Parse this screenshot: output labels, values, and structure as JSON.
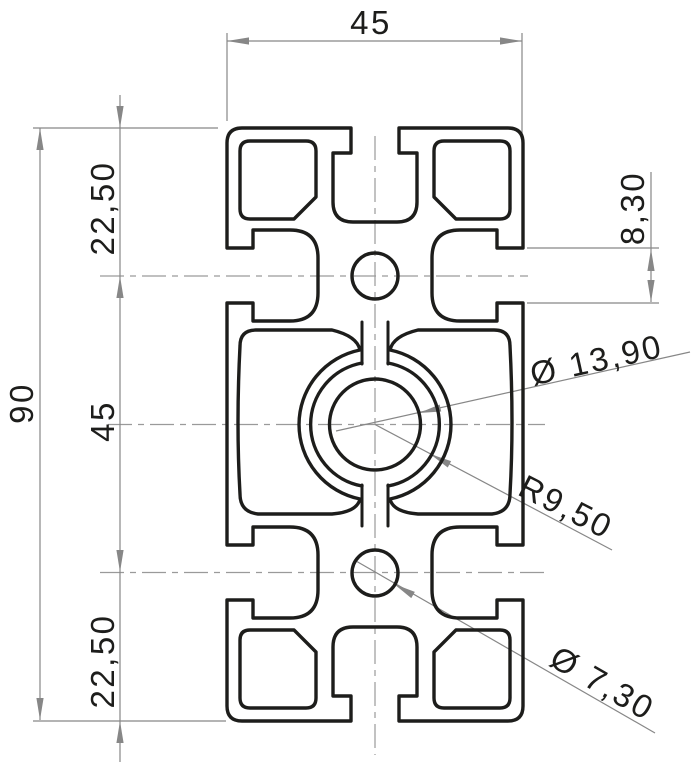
{
  "drawing": {
    "background_color": "#ffffff",
    "outline_color": "#1d1d1b",
    "dimension_color": "#878787",
    "centerline_color": "#9a9a9a",
    "dimensions": {
      "overall_width": {
        "label": "45",
        "value": 45
      },
      "overall_height": {
        "label": "90",
        "value": 90
      },
      "top_segment": {
        "label": "22,50",
        "value": 22.5
      },
      "middle_segment": {
        "label": "45",
        "value": 45
      },
      "bottom_segment": {
        "label": "22,50",
        "value": 22.5
      },
      "slot_opening": {
        "label": "8,30",
        "value": 8.3
      },
      "center_bore": {
        "label": "Ø 13,90",
        "value": 13.9
      },
      "core_radius": {
        "label": "R9,50",
        "value": 9.5
      },
      "pilot_hole": {
        "label": "Ø 7,30",
        "value": 7.3
      }
    }
  }
}
